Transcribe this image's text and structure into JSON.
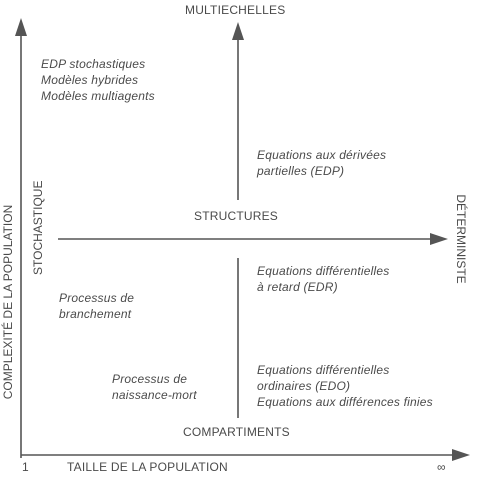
{
  "axes": {
    "top": "MULTIECHELLES",
    "center": "STRUCTURES",
    "bottom": "COMPARTIMENTS",
    "left_inner": "STOCHASTIQUE",
    "right_inner": "DÉTERMINISTE",
    "y_axis": "COMPLEXITÉ DE LA POPULATION",
    "x_axis": "TAILLE DE LA POPULATION",
    "x_min": "1",
    "x_max": "∞"
  },
  "quadrants": {
    "top_left": [
      "EDP stochastiques",
      "Modèles hybrides",
      "Modèles multiagents"
    ],
    "top_right": [
      "Equations aux dérivées",
      "partielles (EDP)"
    ],
    "mid_right": [
      "Equations différentielles",
      "à retard (EDR)"
    ],
    "mid_left": [
      "Processus de",
      "branchement"
    ],
    "bottom_left": [
      "Processus de",
      "naissance-mort"
    ],
    "bottom_right": [
      "Equations différentielles",
      "ordinaires (EDO)",
      "Equations aux différences finies"
    ]
  },
  "colors": {
    "ink": "#4a4a4a",
    "arrow": "#555555"
  }
}
